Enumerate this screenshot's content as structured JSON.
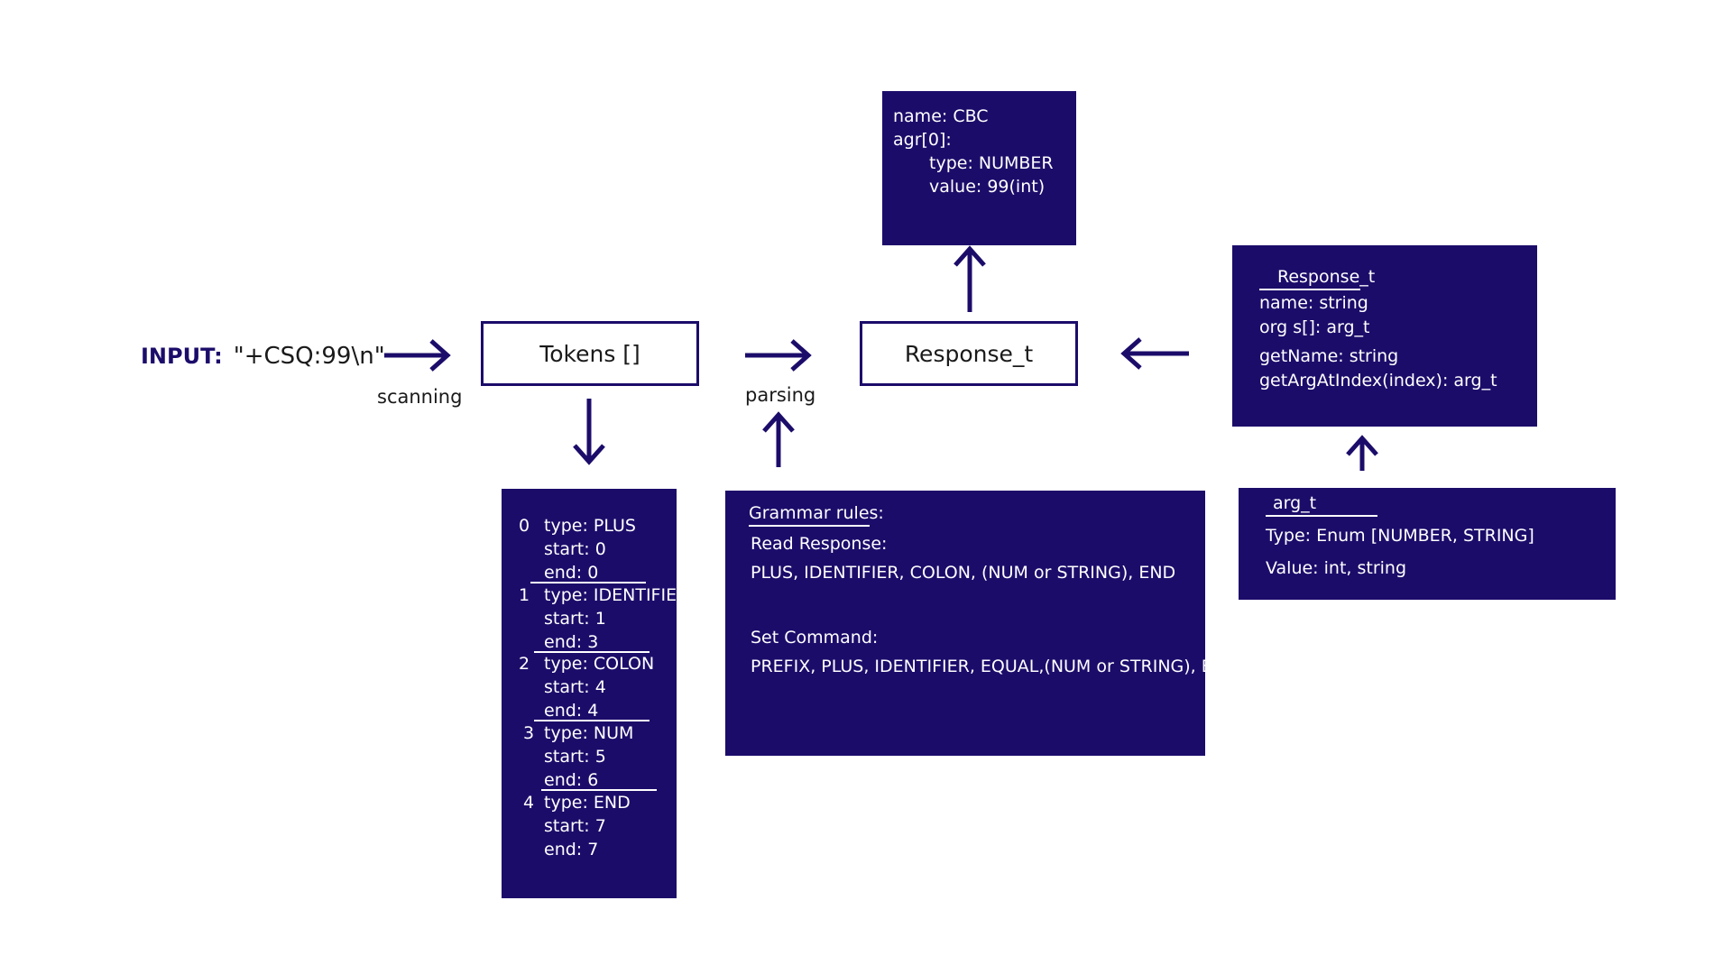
{
  "input": {
    "label": "INPUT:",
    "value": "\"+CSQ:99\\n\""
  },
  "labels": {
    "scanning": "scanning",
    "parsing": "parsing"
  },
  "nodes": {
    "tokens": "Tokens []",
    "response": "Response_t"
  },
  "result_box": {
    "name": "name: CBC",
    "arg": "agr[0]:",
    "type": "type: NUMBER",
    "value": "value: 99(int)"
  },
  "response_type_box": {
    "title": "Response_t",
    "name": "name: string",
    "args": "org s[]: arg_t",
    "get_name": "getName: string",
    "get_arg": "getArgAtIndex(index): arg_t"
  },
  "arg_type_box": {
    "title": "arg_t",
    "type": "Type: Enum  [NUMBER, STRING]",
    "value": "Value: int, string"
  },
  "grammar_box": {
    "title": "Grammar rules:",
    "read_title": "Read Response:",
    "read_rule": "PLUS, IDENTIFIER, COLON, (NUM or STRING), END",
    "set_title": "Set Command:",
    "set_rule": "PREFIX, PLUS, IDENTIFIER, EQUAL,(NUM or STRING), END"
  },
  "token_list": [
    {
      "index": "0",
      "type": "type: PLUS",
      "start": "start: 0",
      "end": "end: 0"
    },
    {
      "index": "1",
      "type": "type: IDENTIFIER",
      "start": "start: 1",
      "end": "end: 3"
    },
    {
      "index": "2",
      "type": "type: COLON",
      "start": "start: 4",
      "end": "end: 4"
    },
    {
      "index": "3",
      "type": "type: NUM",
      "start": "start: 5",
      "end": "end: 6"
    },
    {
      "index": "4",
      "type": "type: END",
      "start": "start: 7",
      "end": "end: 7"
    }
  ],
  "colors": {
    "primary": "#1c0c6a",
    "text": "#1a1a1a",
    "background": "#ffffff"
  }
}
